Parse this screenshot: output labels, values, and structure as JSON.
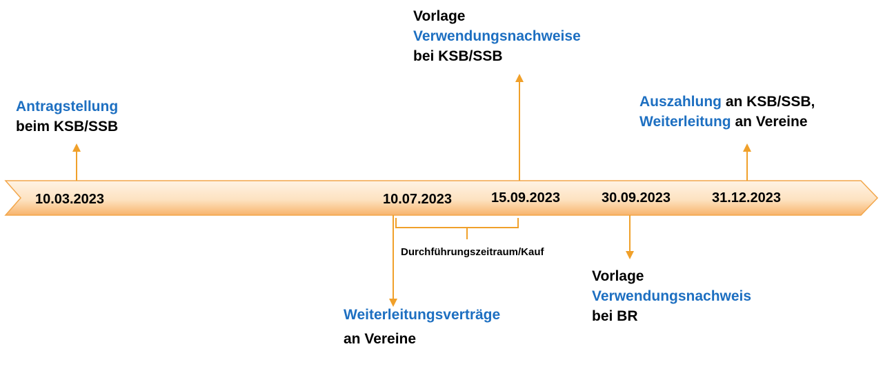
{
  "colors": {
    "accent_blue": "#1d6fc1",
    "arrow_orange": "#f0a02a",
    "band_light": "#fde7cc",
    "band_dark": "#f9b770"
  },
  "dates": [
    "10.03.2023",
    "10.07.2023",
    "15.09.2023",
    "30.09.2023",
    "31.12.2023"
  ],
  "events": {
    "antrag": {
      "highlight": "Antragstellung",
      "line2": "beim KSB/SSB"
    },
    "vorlage_ksb": {
      "line1": "Vorlage",
      "highlight": "Verwendungsnachweise",
      "line3": "bei KSB/SSB"
    },
    "auszahlung": {
      "highlight1": "Auszahlung",
      "rest1": " an KSB/SSB,",
      "highlight2": "Weiterleitung",
      "rest2": " an Vereine"
    },
    "weiterleitung": {
      "highlight": "Weiterleitungsverträge",
      "line2": "an Vereine"
    },
    "vorlage_br": {
      "line1": "Vorlage",
      "highlight": "Verwendungsnachweis",
      "line3": "bei BR"
    }
  },
  "span_label": "Durchführungszeitraum/Kauf"
}
